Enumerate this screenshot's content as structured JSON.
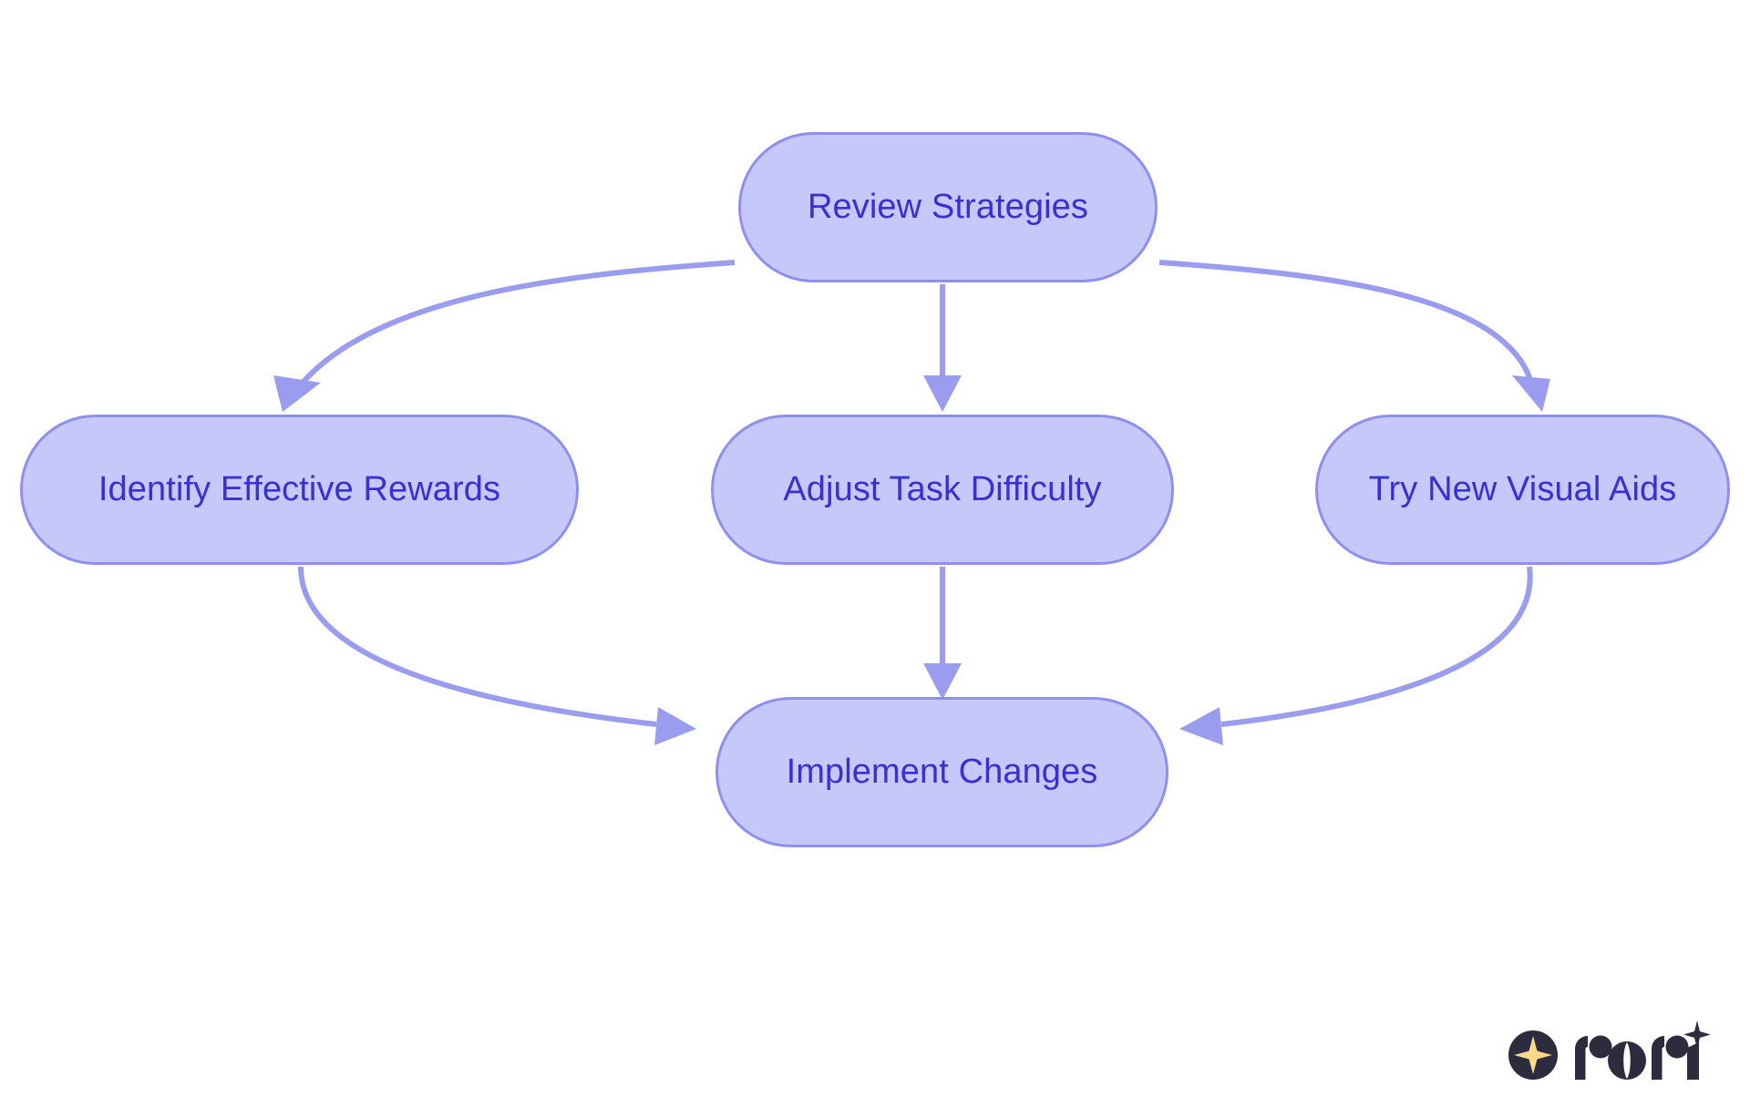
{
  "diagram": {
    "type": "flowchart",
    "direction": "top-down",
    "background_color": "#ffffff",
    "node_fill_color": "#c7c8fa",
    "node_border_color": "#8e90ef",
    "node_text_color": "#3730d4",
    "edge_color": "#9a9cf0",
    "nodes": [
      {
        "id": "review_strategies",
        "label": "Review Strategies",
        "row": "top"
      },
      {
        "id": "identify_rewards",
        "label": "Identify Effective Rewards",
        "row": "middle"
      },
      {
        "id": "adjust_difficulty",
        "label": "Adjust Task Difficulty",
        "row": "middle"
      },
      {
        "id": "try_visual_aids",
        "label": "Try New Visual Aids",
        "row": "middle"
      },
      {
        "id": "implement_changes",
        "label": "Implement Changes",
        "row": "bottom"
      }
    ],
    "edges": [
      {
        "from": "review_strategies",
        "to": "identify_rewards"
      },
      {
        "from": "review_strategies",
        "to": "adjust_difficulty"
      },
      {
        "from": "review_strategies",
        "to": "try_visual_aids"
      },
      {
        "from": "identify_rewards",
        "to": "implement_changes"
      },
      {
        "from": "adjust_difficulty",
        "to": "implement_changes"
      },
      {
        "from": "try_visual_aids",
        "to": "implement_changes"
      }
    ]
  },
  "branding": {
    "wordmark": "rori",
    "mark_color": "#2d2c3e",
    "star_color": "#fbd98b"
  }
}
